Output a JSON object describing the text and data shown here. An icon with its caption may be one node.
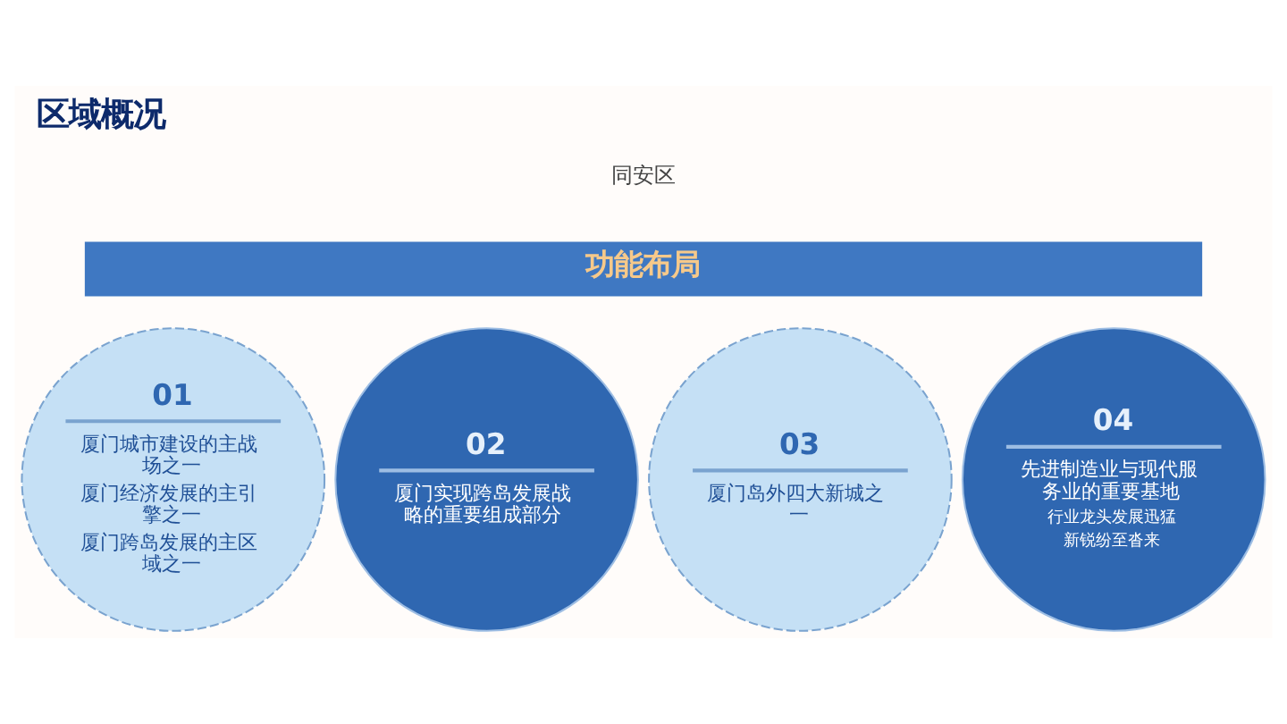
{
  "diagram": {
    "title": "区域概况",
    "nodes": [
      {
        "text": [
          "功能布局"
        ]
      },
      {
        "text": [
          "01",
          "厦门城市建设的主战场之一",
          "厦门经济发展的主引擎之一",
          "厦门跨岛发展的主区域之一"
        ]
      },
      {
        "text": [
          "02",
          "厦门实现跨岛发展战略的重要组成部分"
        ]
      },
      {
        "text": [
          "03",
          "厦门岛外四大新城之一"
        ]
      },
      {
        "text": [
          "04",
          "先进制造业与现代服务业的重要基地",
          "行业龙头发展迅猛",
          "新锐纷至沓来"
        ]
      }
    ],
    "edges": [],
    "labels": [
      "同安区"
    ]
  }
}
